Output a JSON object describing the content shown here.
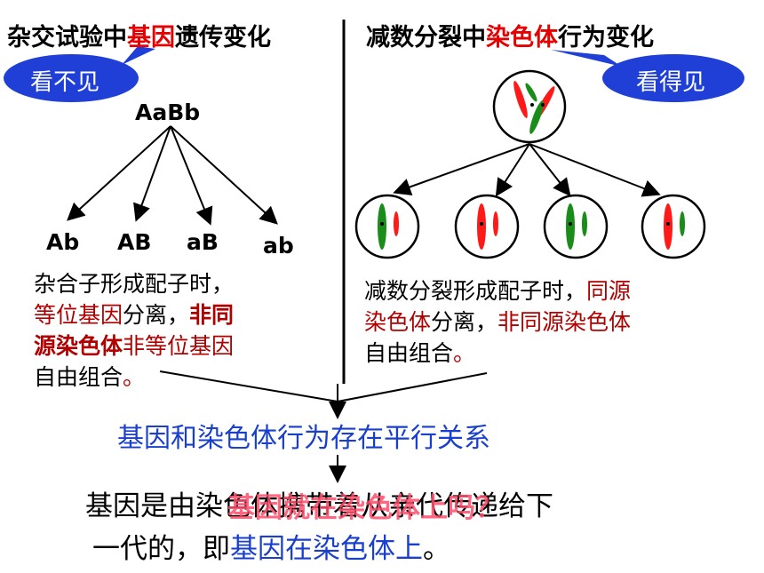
{
  "left": {
    "title_parts": [
      "杂交试验中",
      "基因",
      "遗传变化"
    ],
    "bubble": "看不见",
    "parent_genotype": "AaBb",
    "gametes": [
      "Ab",
      "AB",
      "aB",
      "ab"
    ],
    "desc_line1": "杂合子形成配子时，",
    "desc_line2_a": "等位基因",
    "desc_line2_b": "分离，",
    "desc_line2_c": "非同",
    "desc_line3_a": "源染色体",
    "desc_line3_b": "非等位基因",
    "desc_line4_a": "自由组合",
    "desc_line4_b": "。"
  },
  "right": {
    "title_parts": [
      "减数分裂中",
      "染色体",
      "行为变化"
    ],
    "bubble": "看得见",
    "desc_line1_a": "减数分裂形成配子时，",
    "desc_line1_b": "同源",
    "desc_line2_a": "染色体",
    "desc_line2_b": "分离，",
    "desc_line2_c": "非同源染色体",
    "desc_line3_a": "自由组合",
    "desc_line3_b": "。"
  },
  "conclusion": "基因和染色体行为存在平行关系",
  "final": {
    "line1": "基因是由染色体携带着从亲代传递给下",
    "overlay": "基因就在染色体上吗？",
    "line2_a": "一代的，即",
    "line2_b": "基因在染色体上",
    "line2_c": "。"
  },
  "colors": {
    "red": "#e60000",
    "dark_red": "#b00000",
    "blue": "#1a3fcc",
    "bubble": "#1f3fd6",
    "chromosome_red": "#ff1a1a",
    "chromosome_green": "#1a8c1a"
  }
}
